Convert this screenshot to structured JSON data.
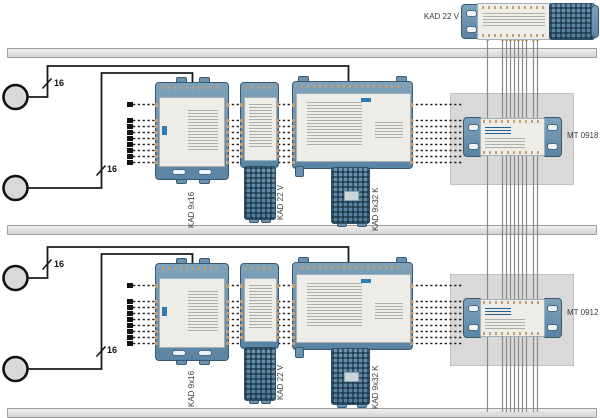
{
  "top_amplifier": {
    "label": "KAD 22 V"
  },
  "sections": [
    {
      "devices": {
        "multiswitch": "KAD 9x16",
        "amplifier": "KAD 22 V",
        "multiswitch_large": "KAD 9x32 K",
        "terminal_unit": "MT 0918"
      },
      "cable_counts": [
        "16",
        "16"
      ]
    },
    {
      "devices": {
        "multiswitch": "KAD 9x16",
        "amplifier": "KAD 22 V",
        "multiswitch_large": "KAD 9x32 K",
        "terminal_unit": "MT 0912"
      },
      "cable_counts": [
        "16",
        "16"
      ]
    }
  ],
  "colors": {
    "device_blue": "#6b93b0",
    "device_border": "#38586f",
    "panel_gray": "#edece7",
    "connector_tan": "#c69e6e",
    "plate_gray": "#d9d9d9",
    "rail_gray": "#dcdcdc",
    "cable_gray": "#8a8a8a",
    "wire_black": "#1a1a1a",
    "logo_blue": "#2f7cb5"
  }
}
